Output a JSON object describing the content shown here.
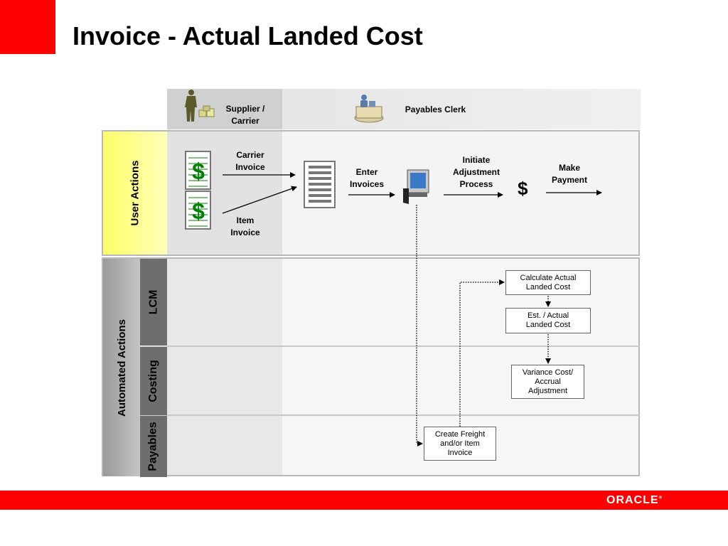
{
  "title": "Invoice - Actual Landed Cost",
  "roles": {
    "supplier": "Supplier /\nCarrier",
    "payables_clerk": "Payables Clerk"
  },
  "lanes": {
    "user_actions": "User Actions",
    "automated_actions": "Automated Actions",
    "lcm": "LCM",
    "costing": "Costing",
    "payables": "Payables"
  },
  "steps": {
    "carrier_invoice": "Carrier\nInvoice",
    "item_invoice": "Item\nInvoice",
    "enter_invoices": "Enter\nInvoices",
    "initiate_adjustment": "Initiate\nAdjustment\nProcess",
    "make_payment": "Make\nPayment",
    "dollar": "$"
  },
  "boxes": {
    "calculate": "Calculate Actual\nLanded Cost",
    "est_actual": "Est. / Actual\nLanded Cost",
    "variance": "Variance Cost/\nAccrual\nAdjustment",
    "create_freight": "Create Freight\nand/or Item\nInvoice"
  },
  "icons": [
    "supplier-person-icon",
    "payables-clerk-icon",
    "invoice-dollar-icon",
    "invoice-document-icon",
    "computer-icon",
    "dollar-sign-icon"
  ],
  "colors": {
    "brand_red": "#ff0000",
    "user_lane": "#ffff99",
    "lane_dark": "#666666",
    "dollar_green": "#008000"
  },
  "logo": {
    "text": "ORACLE"
  }
}
